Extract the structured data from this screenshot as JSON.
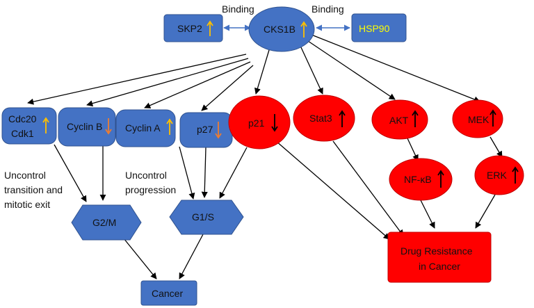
{
  "colors": {
    "blue_node": "#4472C4",
    "blue_stroke": "#2F528F",
    "red_node": "#FF0000",
    "red_stroke": "#C00000",
    "up_arrow_yellow": "#FFC000",
    "down_arrow_orange": "#ED7D31",
    "hsp90_text": "#FFFF00",
    "edge": "#000000",
    "binding_edge": "#4472C4"
  },
  "nodes": {
    "skp2": {
      "label": "SKP2",
      "indicator": "up"
    },
    "cks1b": {
      "label": "CKS1B",
      "indicator": "up"
    },
    "hsp90": {
      "label": "HSP90"
    },
    "cdc20_cdk1": {
      "line1": "Cdc20",
      "line2": "Cdk1",
      "indicator": "up"
    },
    "cyclin_b": {
      "label": "Cyclin B",
      "indicator": "down"
    },
    "cyclin_a": {
      "label": "Cyclin A",
      "indicator": "up"
    },
    "p27": {
      "label": "p27",
      "indicator": "down"
    },
    "p21": {
      "label": "p21",
      "indicator": "down"
    },
    "stat3": {
      "label": "Stat3",
      "indicator": "up"
    },
    "akt": {
      "label": "AKT",
      "indicator": "up"
    },
    "mek": {
      "label": "MEK",
      "indicator": "up"
    },
    "nfkb": {
      "label": "NF-κB",
      "indicator": "up"
    },
    "erk": {
      "label": "ERK",
      "indicator": "up"
    },
    "g2m": {
      "label": "G2/M"
    },
    "g1s": {
      "label": "G1/S"
    },
    "cancer": {
      "label": "Cancer"
    },
    "drug_resistance": {
      "line1": "Drug Resistance",
      "line2": "in Cancer"
    }
  },
  "edge_labels": {
    "binding_left": "Binding",
    "binding_right": "Binding"
  },
  "annotations": {
    "left_line1": "Uncontrol",
    "left_line2": "transition and",
    "left_line3": "mitotic exit",
    "mid_line1": "Uncontrol",
    "mid_line2": "progression"
  }
}
